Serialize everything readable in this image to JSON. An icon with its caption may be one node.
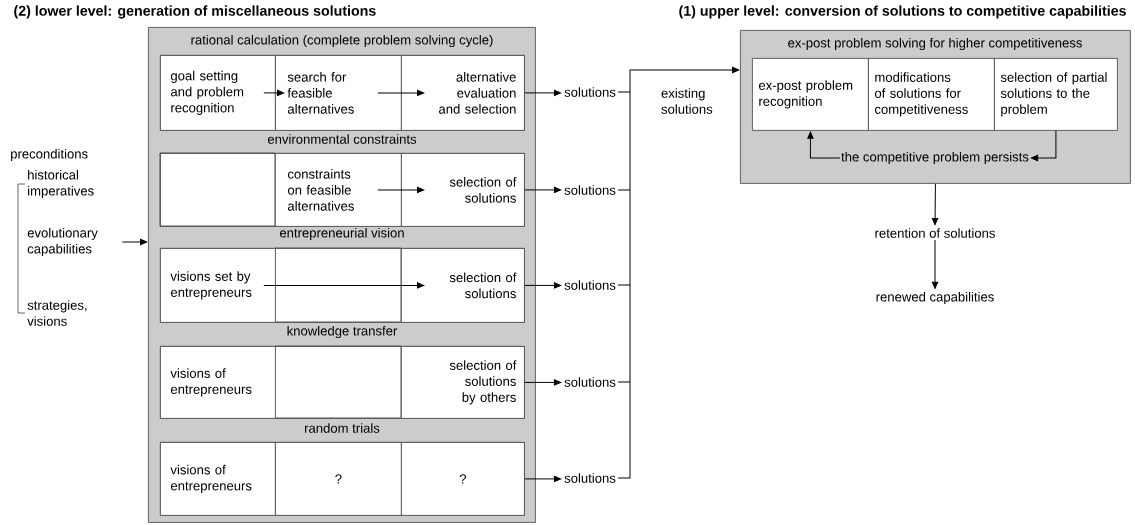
{
  "diagram": {
    "nodes": [
      {
        "text": [
          "(2) lower level: generation of miscellaneous solutions"
        ]
      },
      {
        "text": [
          "rational calculation (complete problem solving cycle)"
        ],
        "in": 0
      },
      {
        "text": [
          "goal setting and problem recognition"
        ],
        "in": 1
      },
      {
        "text": [
          "search for feasible alternatives"
        ],
        "in": 1
      },
      {
        "text": [
          "alternative evaluation and selection"
        ],
        "in": 1
      },
      {
        "text": [
          "environmental constraints"
        ],
        "in": 0
      },
      {
        "text": [
          "constraints on feasible alternatives"
        ],
        "in": 5
      },
      {
        "text": [
          "selection of solutions"
        ],
        "in": 5
      },
      {
        "text": [
          "entrepreneurial vision"
        ],
        "in": 0
      },
      {
        "text": [
          "visions set by entrepreneurs"
        ],
        "in": 8
      },
      {
        "text": [
          "selection of solutions"
        ],
        "in": 8
      },
      {
        "text": [
          "knowledge transfer"
        ],
        "in": 0
      },
      {
        "text": [
          "visions of entrepreneurs"
        ],
        "in": 11
      },
      {
        "text": [
          "selection of solutions by others"
        ],
        "in": 11
      },
      {
        "text": [
          "random trials"
        ],
        "in": 0
      },
      {
        "text": [
          "visions of entrepreneurs"
        ],
        "in": 14
      },
      {
        "text": [
          "?"
        ],
        "in": 14
      },
      {
        "text": [
          "?"
        ],
        "in": 14
      },
      {
        "text": [
          "solutions"
        ]
      },
      {
        "text": [
          "solutions"
        ]
      },
      {
        "text": [
          "solutions"
        ]
      },
      {
        "text": [
          "solutions"
        ]
      },
      {
        "text": [
          "solutions"
        ]
      },
      {
        "text": [
          "(1) upper level: conversion of solutions to competitive capabilities",
          "ex-post problem solving for higher competitiveness"
        ]
      },
      {
        "text": [
          "ex-post problem recognition"
        ],
        "in": 23
      },
      {
        "text": [
          "modifications of solutions for competitiveness"
        ],
        "in": 23
      },
      {
        "text": [
          "selection of partial solutions to the problem"
        ],
        "in": 23
      },
      {
        "text": [
          "the competitive problem persists"
        ],
        "in": 23
      },
      {
        "text": [
          "retention of solutions"
        ]
      },
      {
        "text": [
          "renewed capabilities"
        ]
      },
      {
        "text": [
          "evolutionary capabilities"
        ]
      }
    ],
    "edges": [
      {
        "from": 2,
        "to": 3,
        "arrow": "to"
      },
      {
        "from": 3,
        "to": 4,
        "arrow": "to"
      },
      {
        "from": 4,
        "to": 18,
        "arrow": "to"
      },
      {
        "from": 6,
        "to": 7,
        "arrow": "to"
      },
      {
        "from": 7,
        "to": 19,
        "arrow": "to"
      },
      {
        "from": 9,
        "to": 10,
        "arrow": "to"
      },
      {
        "from": 10,
        "to": 20,
        "arrow": "to"
      },
      {
        "from": 13,
        "to": 21,
        "arrow": "to"
      },
      {
        "from": 17,
        "to": 22,
        "arrow": "to"
      },
      {
        "from": 18,
        "to": 23,
        "arrow": "to",
        "label": "existing solutions"
      },
      {
        "from": 19,
        "to": 23,
        "arrow": "to"
      },
      {
        "from": 20,
        "to": 23,
        "arrow": "to"
      },
      {
        "from": 21,
        "to": 23,
        "arrow": "to"
      },
      {
        "from": 22,
        "to": 23,
        "arrow": "to"
      },
      {
        "from": 26,
        "to": 27,
        "arrow": "to"
      },
      {
        "from": 27,
        "to": 24,
        "arrow": "to"
      },
      {
        "from": 23,
        "to": 28,
        "arrow": "to"
      },
      {
        "from": 28,
        "to": 29,
        "arrow": "to"
      },
      {
        "from": 30,
        "to": 0,
        "arrow": "to"
      }
    ],
    "labels": [
      "preconditions",
      "historical imperatives",
      "strategies, visions"
    ]
  }
}
